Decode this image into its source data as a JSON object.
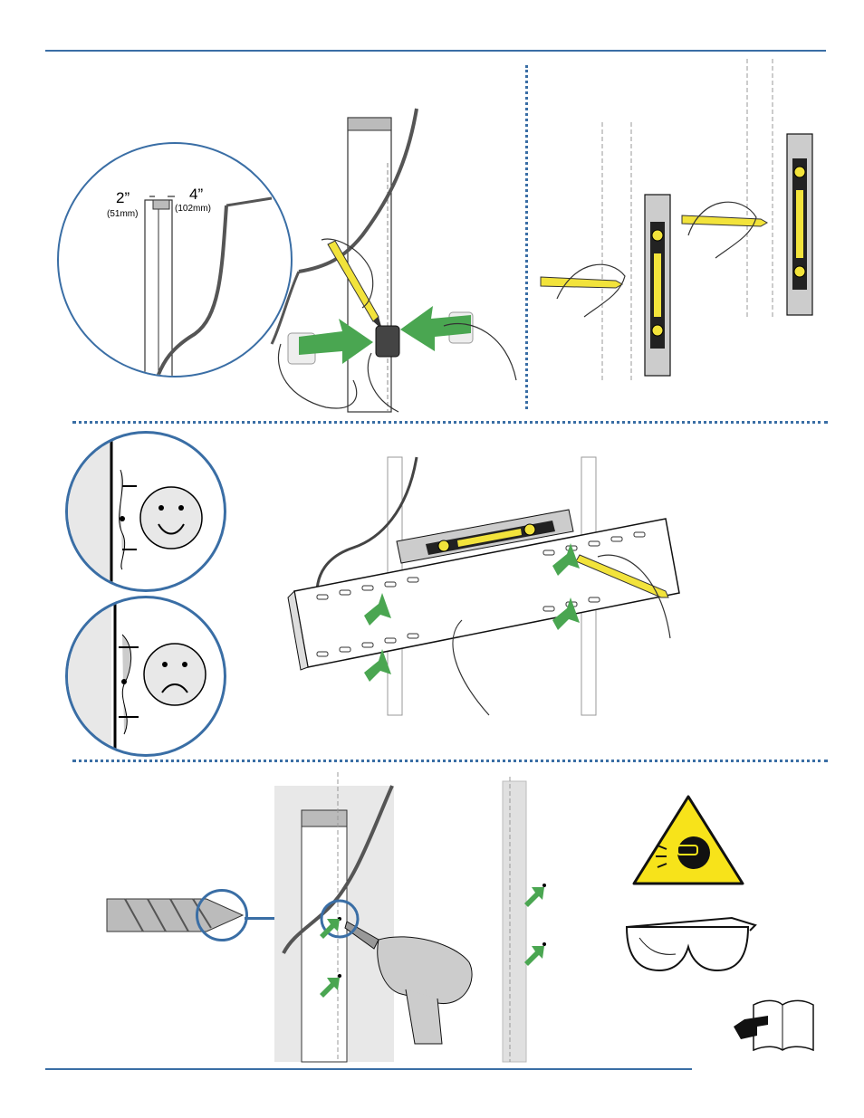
{
  "stud_detail": {
    "stud_depth_label": "2”",
    "stud_depth_metric": "(51mm)",
    "stud_width_label": "4”",
    "stud_width_metric": "(102mm)"
  },
  "colors": {
    "rule": "#3a6ea5",
    "arrow": "#4aa651",
    "pencil": "#f2e33b",
    "warning": "#f7e31a",
    "wall": "#e8e8e8"
  },
  "icons": {
    "correct": "smiley-face-icon",
    "incorrect": "frown-face-icon",
    "eye_protection": "eye-protection-warning-icon",
    "glasses": "safety-glasses-icon",
    "manual": "read-manual-icon"
  }
}
